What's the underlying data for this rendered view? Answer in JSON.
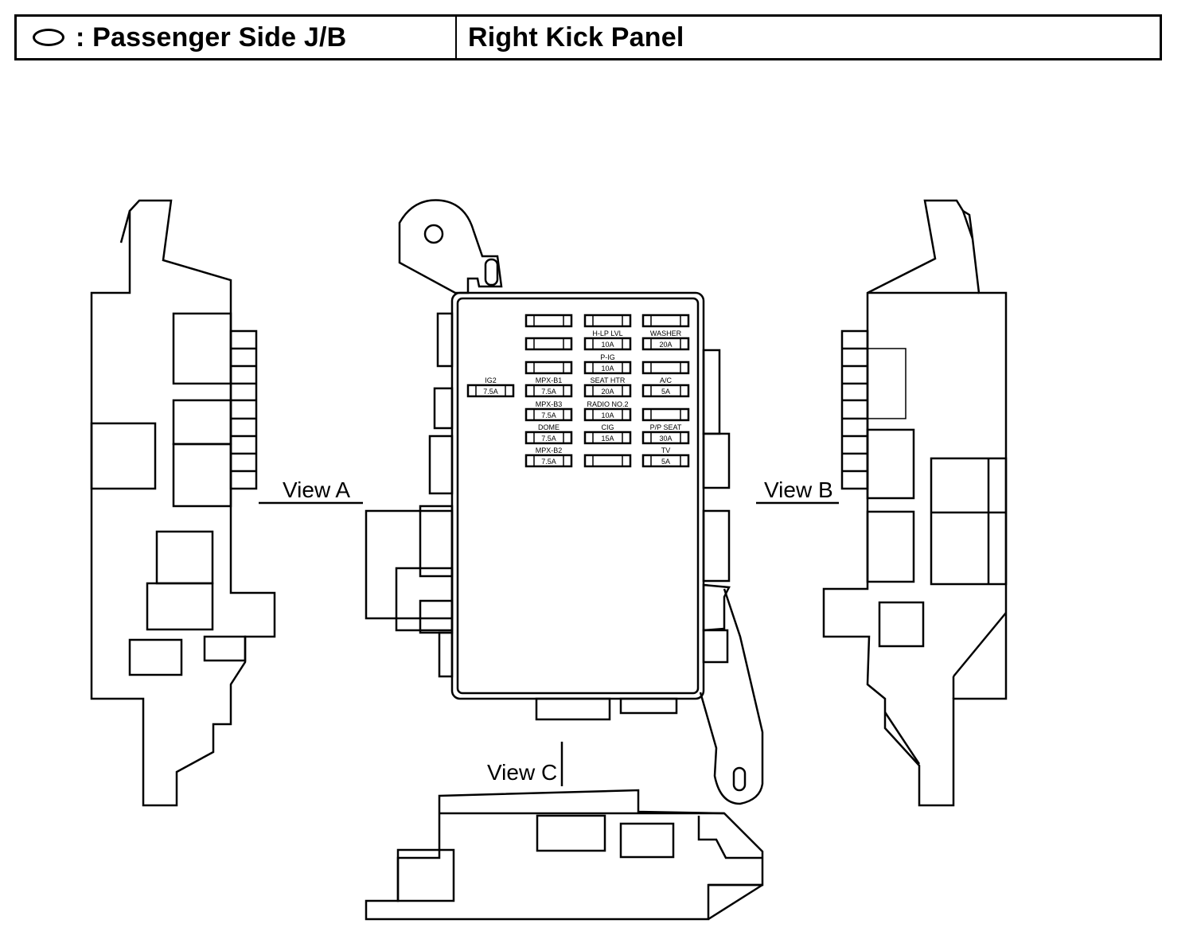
{
  "header": {
    "legend_symbol": "oval-icon",
    "legend_text": ": Passenger Side J/B",
    "location": "Right Kick Panel"
  },
  "views": {
    "view_a": "View A",
    "view_b": "View B",
    "view_c": "View C"
  },
  "fuses": [
    {
      "id": "f-r1-c1",
      "label": "",
      "rating": ""
    },
    {
      "id": "f-r1-c2",
      "label": "",
      "rating": ""
    },
    {
      "id": "f-r1-c3",
      "label": "",
      "rating": ""
    },
    {
      "id": "f-r2-c1",
      "label": "",
      "rating": ""
    },
    {
      "id": "f-r2-c2",
      "label": "H-LP LVL",
      "rating": "10A"
    },
    {
      "id": "f-r2-c3",
      "label": "WASHER",
      "rating": "20A"
    },
    {
      "id": "f-r3-c1",
      "label": "",
      "rating": ""
    },
    {
      "id": "f-r3-c2",
      "label": "P-IG",
      "rating": "10A"
    },
    {
      "id": "f-r3-c3",
      "label": "",
      "rating": ""
    },
    {
      "id": "f-ig2",
      "label": "IG2",
      "rating": "7.5A"
    },
    {
      "id": "f-r4-c1",
      "label": "MPX-B1",
      "rating": "7.5A"
    },
    {
      "id": "f-r4-c2",
      "label": "SEAT HTR",
      "rating": "20A"
    },
    {
      "id": "f-r4-c3",
      "label": "A/C",
      "rating": "5A"
    },
    {
      "id": "f-r5-c1",
      "label": "MPX-B3",
      "rating": "7.5A"
    },
    {
      "id": "f-r5-c2",
      "label": "RADIO NO.2",
      "rating": "10A"
    },
    {
      "id": "f-r5-c3",
      "label": "",
      "rating": ""
    },
    {
      "id": "f-r6-c1",
      "label": "DOME",
      "rating": "7.5A"
    },
    {
      "id": "f-r6-c2",
      "label": "CIG",
      "rating": "15A"
    },
    {
      "id": "f-r6-c3",
      "label": "P/P SEAT",
      "rating": "30A"
    },
    {
      "id": "f-r7-c1",
      "label": "MPX-B2",
      "rating": "7.5A"
    },
    {
      "id": "f-r7-c2",
      "label": "",
      "rating": ""
    },
    {
      "id": "f-r7-c3",
      "label": "TV",
      "rating": "5A"
    }
  ]
}
